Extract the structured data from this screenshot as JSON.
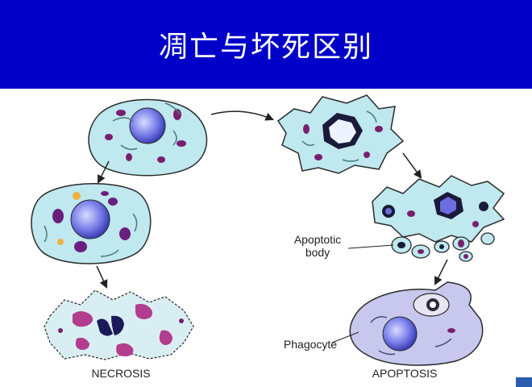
{
  "header": {
    "title": "凋亡与坏死区别"
  },
  "labels": {
    "necrosis": "NECROSIS",
    "apoptosis": "APOPTOSIS",
    "apoptotic_body": "Apoptotic\nbody",
    "apoptotic_body_line1": "Apoptotic",
    "apoptotic_body_line2": "body",
    "phagocyte": "Phagocyte"
  },
  "colors": {
    "header_bg": "#0000c8",
    "cell_fill": "#bfe8ef",
    "nucleus": "#6a6ee0",
    "organelle": "#7a1f6e",
    "phagocyte_fill": "#c8c8ee"
  }
}
